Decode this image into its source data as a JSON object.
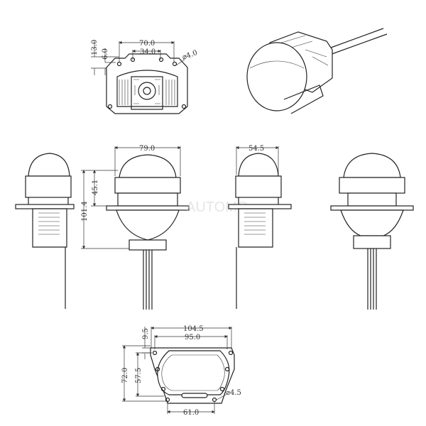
{
  "drawing": {
    "front_view": {
      "width": "70.0",
      "hole_spacing": "34.0",
      "height_13": "13.0",
      "height_6": "6.0",
      "hole_dia": "⌀4.0"
    },
    "side_view_front": {
      "width": "79.0",
      "height_upper": "45.1",
      "height_total": "101.4"
    },
    "side_view_side": {
      "width": "54.5"
    },
    "bracket_view": {
      "outer_width": "104.5",
      "inner_width": "95.0",
      "offset": "9.5",
      "height": "72.0",
      "inner_height": "57.5",
      "hole_dia": "⌀4.5",
      "bottom_spacing": "61.0"
    }
  }
}
